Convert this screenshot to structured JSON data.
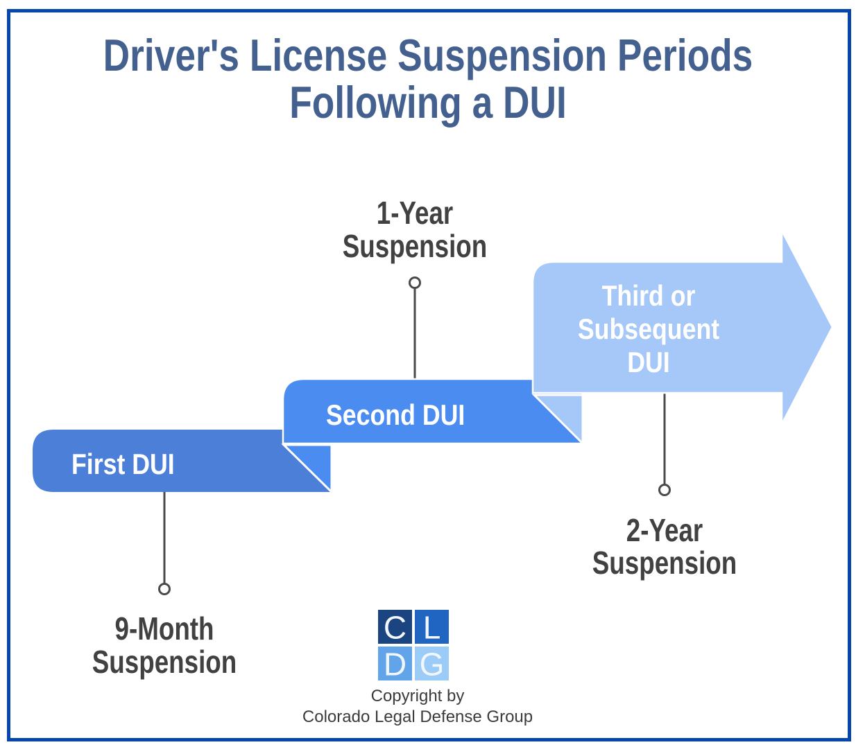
{
  "title": {
    "line1": "Driver's License Suspension Periods",
    "line2": "Following a DUI"
  },
  "bars": {
    "first": {
      "label": "First DUI"
    },
    "second": {
      "label": "Second DUI"
    },
    "third": {
      "line1": "Third or",
      "line2": "Subsequent",
      "line3": "DUI"
    }
  },
  "callouts": {
    "first": {
      "line1": "9-Month",
      "line2": "Suspension"
    },
    "second": {
      "line1": "1-Year",
      "line2": "Suspension"
    },
    "third": {
      "line1": "2-Year",
      "line2": "Suspension"
    }
  },
  "logo": {
    "squares": [
      {
        "letter": "C",
        "color": "#1b4580"
      },
      {
        "letter": "L",
        "color": "#1f65c1"
      },
      {
        "letter": "D",
        "color": "#62a4e9"
      },
      {
        "letter": "G",
        "color": "#9bccf7"
      }
    ],
    "letter_color": "#f2f7fd"
  },
  "footer": {
    "line1": "Copyright by",
    "line2": "Colorado Legal Defense Group"
  },
  "colors": {
    "border": "#0747ad",
    "title_text": "#44608e",
    "bar_first": "#4c80d8",
    "bar_second": "#4b8cf1",
    "bar_third": "#a5c8f8",
    "bar_label_text": "#ffffff",
    "callout_text": "#414141",
    "connector": "#4a4a4a",
    "footer_text": "#3b3b3b"
  }
}
